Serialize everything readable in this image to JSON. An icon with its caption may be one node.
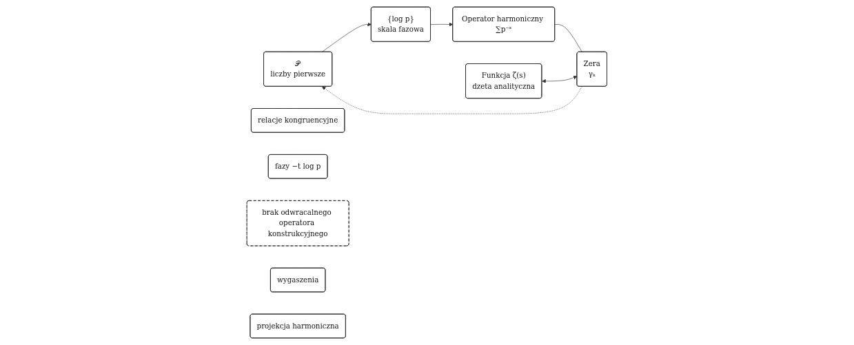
{
  "diagram": {
    "nodes": [
      {
        "text": [
          "𝒫",
          "liczby pierwsze"
        ]
      },
      {
        "text": [
          "relacje kongruencyjne"
        ]
      },
      {
        "text": [
          "{log p}",
          "skala fazowa"
        ]
      },
      {
        "text": [
          "fazy −t log p"
        ]
      },
      {
        "text": [
          "Operator harmoniczny ∑p⁻ˢ"
        ]
      },
      {
        "text": [
          "brak odwracalnego operatora konstrukcyjnego"
        ]
      },
      {
        "text": [
          "Funkcja ζ(s)",
          "dzeta analityczna"
        ]
      },
      {
        "text": [
          "Zera",
          "γₖ"
        ]
      },
      {
        "text": [
          "wygaszenia"
        ]
      },
      {
        "text": [
          "projekcja harmoniczna"
        ]
      }
    ],
    "edges": [
      {
        "from": 0,
        "to": 2,
        "arrow": "to"
      },
      {
        "from": 2,
        "to": 4,
        "arrow": "to"
      },
      {
        "from": 4,
        "to": 7,
        "arrow": "none"
      },
      {
        "from": 6,
        "to": 7,
        "arrow": "both"
      },
      {
        "from": 7,
        "to": 0,
        "arrow": "to",
        "style": "dashed"
      }
    ]
  }
}
